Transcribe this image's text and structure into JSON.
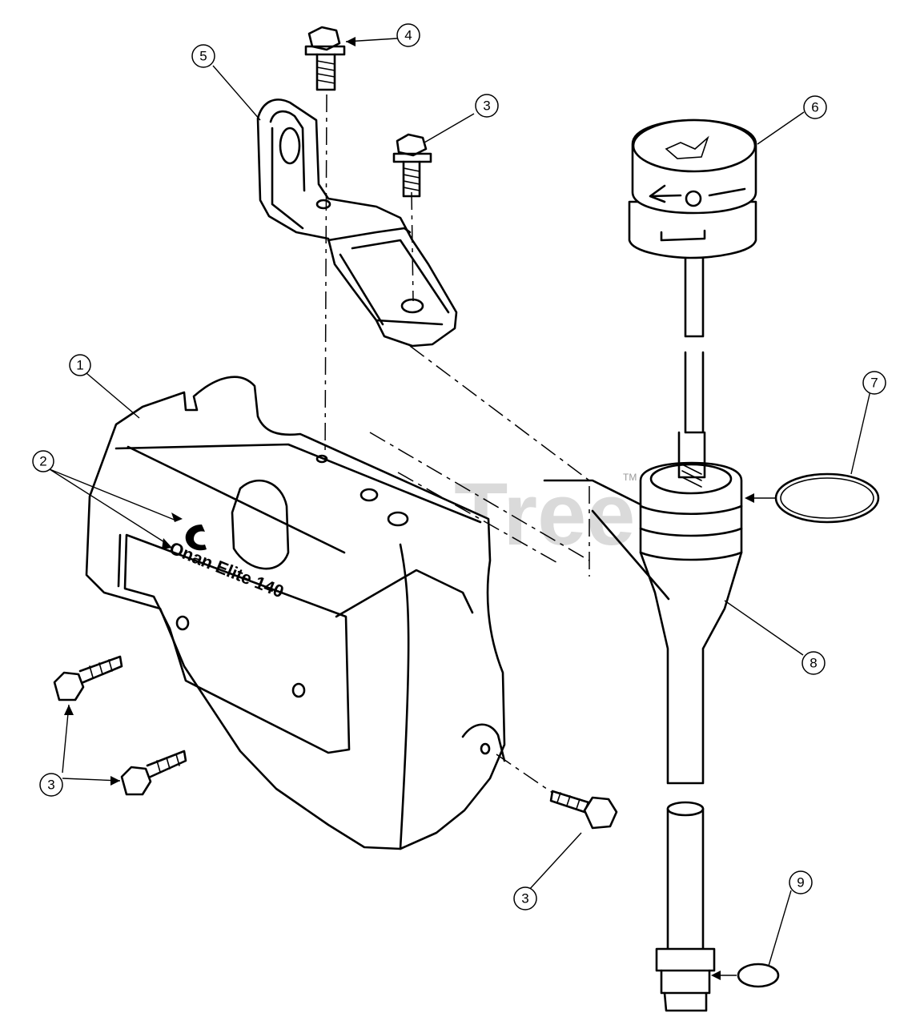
{
  "watermark": "PartsTree",
  "trademark": "TM",
  "decal_text": "Onan Elite 140",
  "callouts": {
    "c1": "1",
    "c2": "2",
    "c3a": "3",
    "c3b": "3",
    "c3c": "3",
    "c4": "4",
    "c5": "5",
    "c6": "6",
    "c7": "7",
    "c8": "8",
    "c9": "9"
  }
}
